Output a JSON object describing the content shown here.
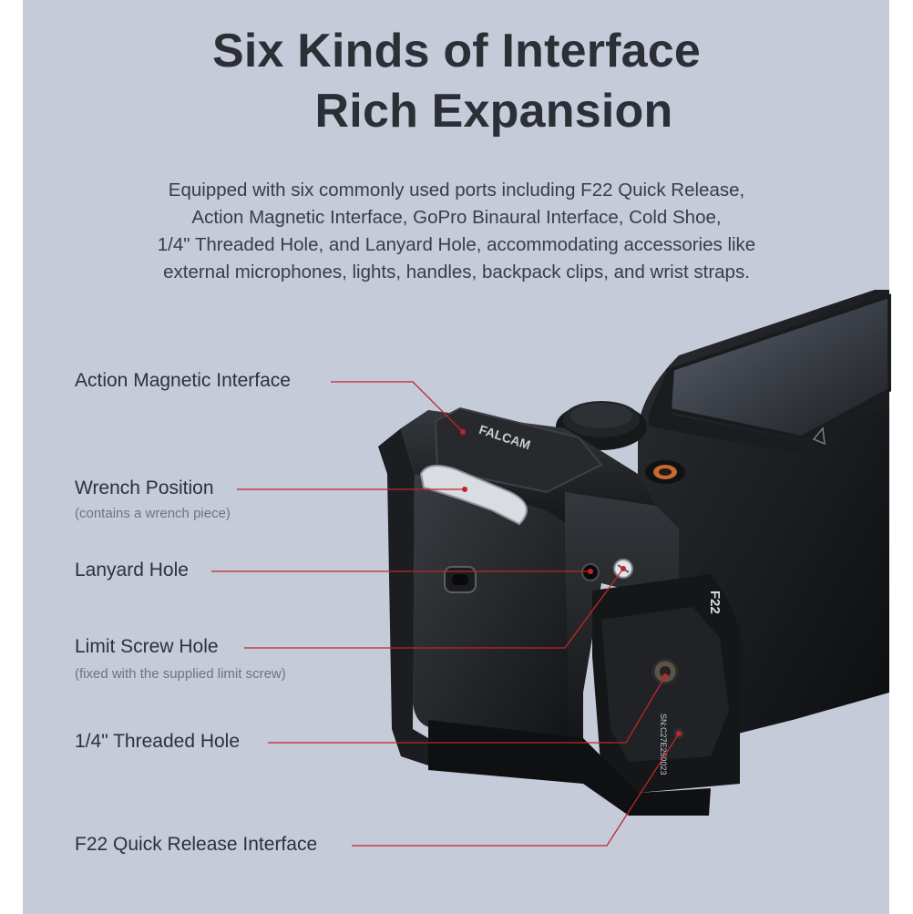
{
  "header": {
    "title_line1": "Six Kinds of Interface",
    "title_line2": "Rich Expansion"
  },
  "description": [
    "Equipped with six commonly used ports including F22 Quick Release,",
    "Action Magnetic Interface, GoPro Binaural Interface, Cold Shoe,",
    "1/4\" Threaded Hole, and Lanyard Hole, accommodating accessories like",
    "external microphones, lights, handles, backpack clips, and wrist straps."
  ],
  "callouts": [
    {
      "label": "Action Magnetic Interface",
      "note": ""
    },
    {
      "label": "Wrench Position",
      "note": "(contains a wrench piece)"
    },
    {
      "label": "Lanyard Hole",
      "note": ""
    },
    {
      "label": "Limit Screw Hole",
      "note": "(fixed with the supplied limit screw)"
    },
    {
      "label": "1/4\" Threaded Hole",
      "note": ""
    },
    {
      "label": "F22 Quick Release Interface",
      "note": ""
    }
  ],
  "product_marks": {
    "brand": "FALCAM",
    "model": "F22",
    "serial": "SN:C27E250023"
  },
  "colors": {
    "background": "#c5cbd9",
    "leader_line": "#c0252b",
    "title_text": "#2c2f35"
  }
}
